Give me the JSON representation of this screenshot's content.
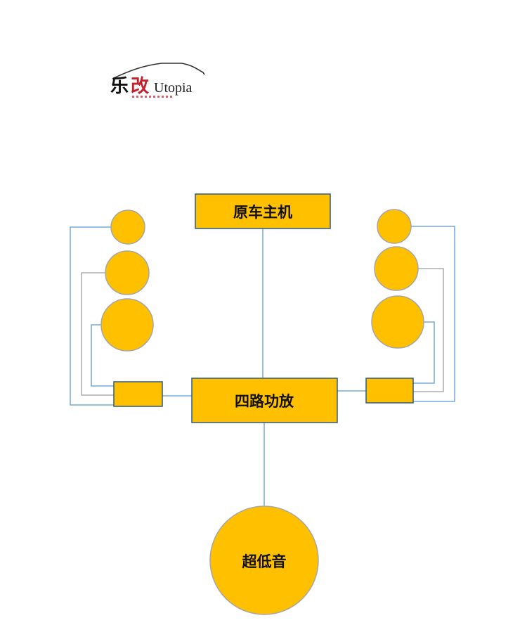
{
  "logo": {
    "char1": "乐",
    "char2": "改",
    "latin": "Utopia",
    "char1_color": "#111111",
    "char2_color": "#c8202a",
    "latin_color": "#222222",
    "car_outline_color": "#333333"
  },
  "nodes": {
    "head_unit": "原车主机",
    "amplifier": "四路功放",
    "subwoofer": "超低音"
  },
  "colors": {
    "fill": "#FFC000",
    "box_border": "#2E5A82",
    "circle_border": "#A6A6A6",
    "wire_blue": "#5B9BD5",
    "wire_gray": "#9E9E9E"
  }
}
